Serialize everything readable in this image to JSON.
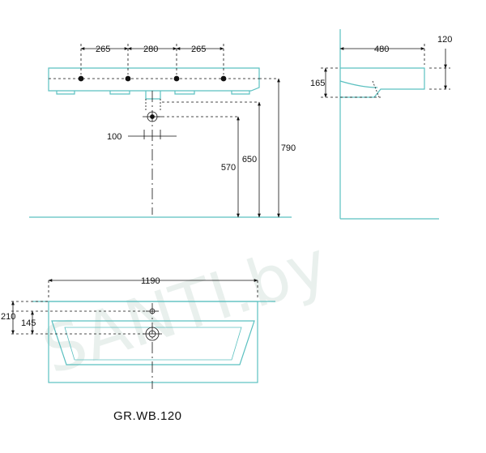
{
  "watermark": "SANTI.by",
  "model": "GR.WB.120",
  "colors": {
    "outline": "#5bc0c0",
    "dim": "#111111",
    "floor": "#5bc0c0"
  },
  "front_view": {
    "dims": {
      "d265a": "265",
      "d280": "280",
      "d265b": "265",
      "d100": "100",
      "d570": "570",
      "d650": "650",
      "d790": "790"
    }
  },
  "side_view": {
    "dims": {
      "d480": "480",
      "d120": "120",
      "d165": "165"
    }
  },
  "top_view": {
    "dims": {
      "d1190": "1190",
      "d210": "210",
      "d145": "145"
    }
  }
}
